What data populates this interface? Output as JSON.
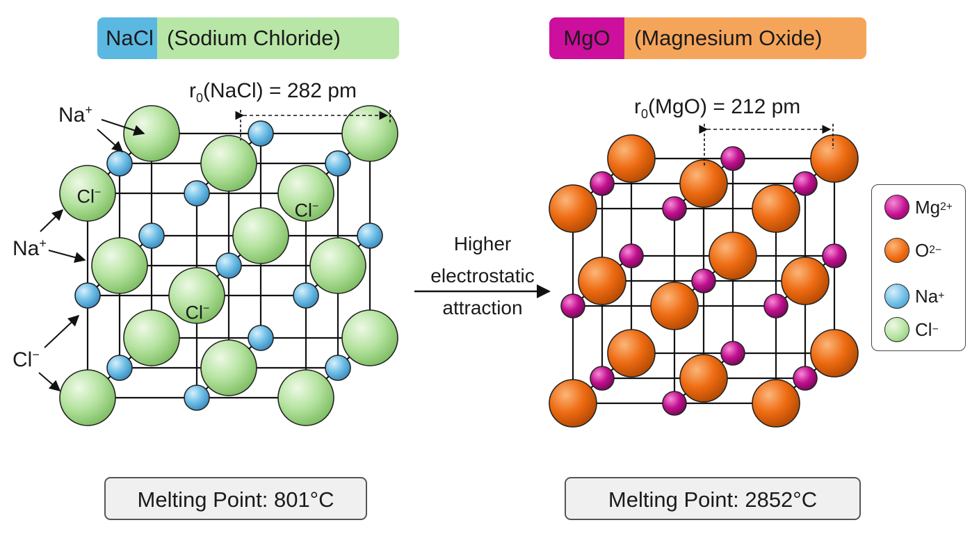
{
  "nacl": {
    "formula": "NaCl",
    "name": "(Sodium Chloride)",
    "distance_label": "r",
    "distance_sub": "0",
    "distance_rest": "(NaCl) = 282 pm",
    "melting_point": "Melting Point: 801°C",
    "callouts": {
      "na_top": "Na",
      "na_mid": "Na",
      "cl_bottom": "Cl",
      "cl_sphere_left": "Cl",
      "cl_sphere_right": "Cl",
      "cl_sphere_center": "Cl"
    }
  },
  "mgo": {
    "formula": "MgO",
    "name": "(Magnesium Oxide)",
    "distance_label": "r",
    "distance_sub": "0",
    "distance_rest": "(MgO) = 212 pm",
    "melting_point": "Melting Point: 2852°C"
  },
  "arrow": {
    "line1": "Higher",
    "line2": "electrostatic",
    "line3": "attraction"
  },
  "legend": {
    "items": [
      {
        "ion": "Mg",
        "charge": "2+",
        "color": "#c2108f"
      },
      {
        "ion": "O",
        "charge": "2−",
        "color": "#ee6b12"
      },
      {
        "ion": "Na",
        "charge": "+",
        "color": "#6cbde6"
      },
      {
        "ion": "Cl",
        "charge": "−",
        "color": "#b5e3a0"
      }
    ]
  },
  "charges": {
    "plus": "+",
    "minus": "−"
  },
  "colors": {
    "na": "#6cbde6",
    "cl": "#b5e3a0",
    "mg": "#c2108f",
    "o": "#ee6b12"
  }
}
